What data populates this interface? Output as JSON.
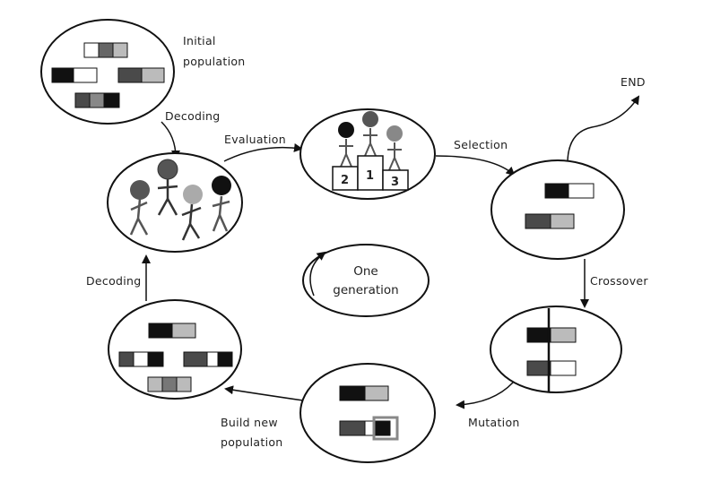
{
  "labels": {
    "initial_population_line1": "Initial",
    "initial_population_line2": "population",
    "decoding_top": "Decoding",
    "evaluation": "Evaluation",
    "selection": "Selection",
    "end": "END",
    "crossover": "Crossover",
    "mutation": "Mutation",
    "build_new_population_line1": "Build new",
    "build_new_population_line2": "population",
    "decoding_left": "Decoding",
    "one_generation_line1": "One",
    "one_generation_line2": "generation"
  },
  "podium": {
    "first": "1",
    "second": "2",
    "third": "3"
  },
  "colors": {
    "black": "#111111",
    "dark_gray": "#4a4a4a",
    "mid_gray": "#777777",
    "light_gray": "#b8b8b8",
    "white": "#ffffff"
  }
}
